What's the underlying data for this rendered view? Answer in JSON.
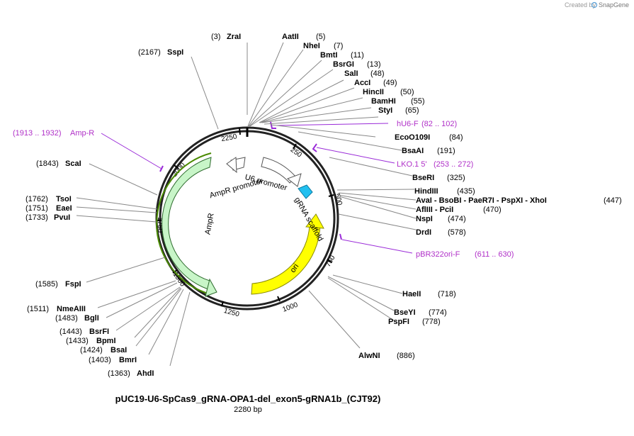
{
  "title": "pUC19-U6-SpCas9_gRNA-OPA1-del_exon5-gRNA1b_(CJT92)",
  "length_label": "2280 bp",
  "brand": {
    "created_by": "Created by",
    "name": "SnapGene"
  },
  "colors": {
    "backbone": "#222222",
    "leader": "#888888",
    "primer": "#9a2bd8",
    "ampr": "#c8f5c8",
    "ori": "#ffff00",
    "gRNA": "#22c0f0",
    "promoter": "#ffffff"
  },
  "ticks": [
    "2250",
    "250",
    "500",
    "750",
    "1000",
    "1250",
    "1500",
    "1750",
    "2000"
  ],
  "enzymes": [
    {
      "pos": "(3)",
      "name": "ZraI"
    },
    {
      "pos": "(5)",
      "name": "AatII"
    },
    {
      "pos": "(7)",
      "name": "NheI"
    },
    {
      "pos": "(11)",
      "name": "BmtI"
    },
    {
      "pos": "(13)",
      "name": "BsrGI"
    },
    {
      "pos": "(48)",
      "name": "SalI"
    },
    {
      "pos": "(49)",
      "name": "AccI"
    },
    {
      "pos": "(50)",
      "name": "HincII"
    },
    {
      "pos": "(55)",
      "name": "BamHI"
    },
    {
      "pos": "(65)",
      "name": "StyI"
    },
    {
      "pos": "(84)",
      "name": "EcoO109I"
    },
    {
      "pos": "(191)",
      "name": "BsaAI"
    },
    {
      "pos": "(325)",
      "name": "BseRI"
    },
    {
      "pos": "(435)",
      "name": "HindIII"
    },
    {
      "pos": "(447)",
      "name": "AvaI  - BsoBI  - PaeR7I  - PspXI  - XhoI"
    },
    {
      "pos": "(470)",
      "name": "AflIII  - PciI"
    },
    {
      "pos": "(474)",
      "name": "NspI"
    },
    {
      "pos": "(578)",
      "name": "DrdI"
    },
    {
      "pos": "(718)",
      "name": "HaeII"
    },
    {
      "pos": "(774)",
      "name": "BseYI"
    },
    {
      "pos": "(778)",
      "name": "PspFI"
    },
    {
      "pos": "(886)",
      "name": "AlwNI"
    },
    {
      "pos": "(1363)",
      "name": "AhdI"
    },
    {
      "pos": "(1403)",
      "name": "BmrI"
    },
    {
      "pos": "(1424)",
      "name": "BsaI"
    },
    {
      "pos": "(1433)",
      "name": "BpmI"
    },
    {
      "pos": "(1443)",
      "name": "BsrFI"
    },
    {
      "pos": "(1483)",
      "name": "BglI"
    },
    {
      "pos": "(1511)",
      "name": "NmeAIII"
    },
    {
      "pos": "(1585)",
      "name": "FspI"
    },
    {
      "pos": "(1733)",
      "name": "PvuI"
    },
    {
      "pos": "(1751)",
      "name": "EaeI"
    },
    {
      "pos": "(1762)",
      "name": "TsoI"
    },
    {
      "pos": "(1843)",
      "name": "ScaI"
    },
    {
      "pos": "(2167)",
      "name": "SspI"
    }
  ],
  "primers": [
    {
      "name": "hU6-F",
      "range": "(82 .. 102)"
    },
    {
      "name": "LKO.1 5'",
      "range": "(253 .. 272)"
    },
    {
      "name": "pBR322ori-F",
      "range": "(611 .. 630)"
    },
    {
      "name": "Amp-R",
      "range": "(1913 .. 1932)"
    }
  ],
  "features": {
    "u6": "U6 promoter",
    "gRNA": "gRNA scaffold",
    "ori": "ori",
    "ampr": "AmpR",
    "ampr_promoter": "AmpR promoter"
  }
}
